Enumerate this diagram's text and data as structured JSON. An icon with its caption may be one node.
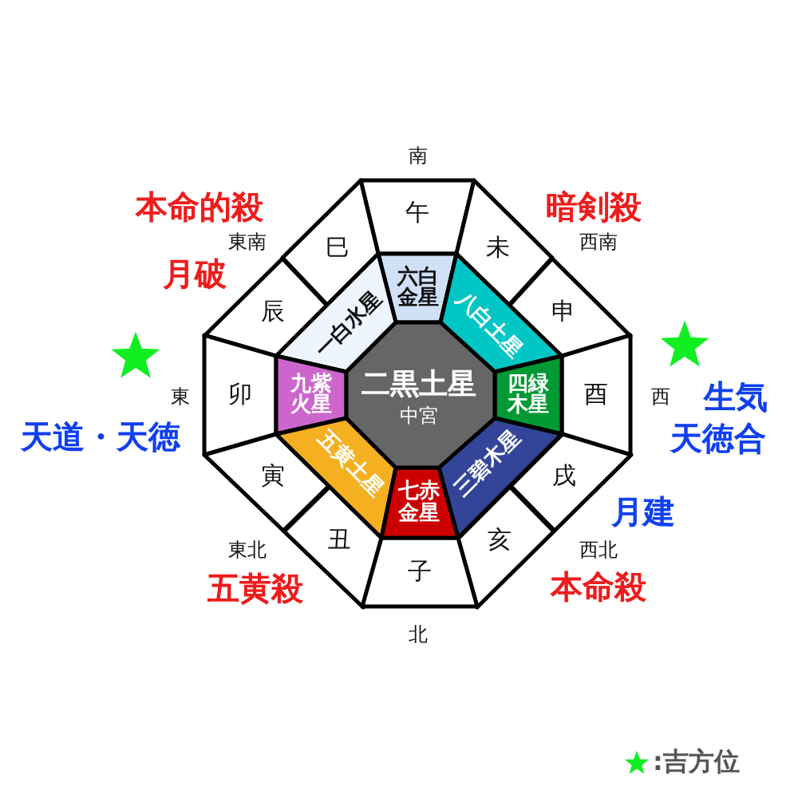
{
  "diagram": {
    "nodes": [
      {
        "text": [
          "午"
        ]
      },
      {
        "text": [
          "巳"
        ]
      },
      {
        "text": [
          "未"
        ]
      },
      {
        "text": [
          "辰"
        ]
      },
      {
        "text": [
          "申"
        ]
      },
      {
        "text": [
          "卯"
        ]
      },
      {
        "text": [
          "酉"
        ]
      },
      {
        "text": [
          "寅"
        ]
      },
      {
        "text": [
          "戌"
        ]
      },
      {
        "text": [
          "丑"
        ]
      },
      {
        "text": [
          "亥"
        ]
      },
      {
        "text": [
          "子"
        ]
      },
      {
        "text": [
          "六白金星"
        ]
      },
      {
        "text": [
          "一白水星"
        ]
      },
      {
        "text": [
          "八白土星"
        ]
      },
      {
        "text": [
          "九紫火星"
        ]
      },
      {
        "text": [
          "四緑木星"
        ]
      },
      {
        "text": [
          "五黄土星"
        ]
      },
      {
        "text": [
          "三碧木星"
        ]
      },
      {
        "text": [
          "七赤金星"
        ]
      },
      {
        "text": [
          "二黒土星",
          "中宮"
        ]
      }
    ],
    "labels": [
      "南",
      "本命的殺",
      "暗剣殺",
      "東南",
      "西南",
      "月破",
      "東",
      "西",
      "生気",
      "天道・天徳",
      "天徳合",
      "月建",
      "東北",
      "西北",
      "五黄殺",
      "本命殺",
      "北"
    ],
    "legend": [
      {
        "text": ":吉方位"
      }
    ]
  }
}
